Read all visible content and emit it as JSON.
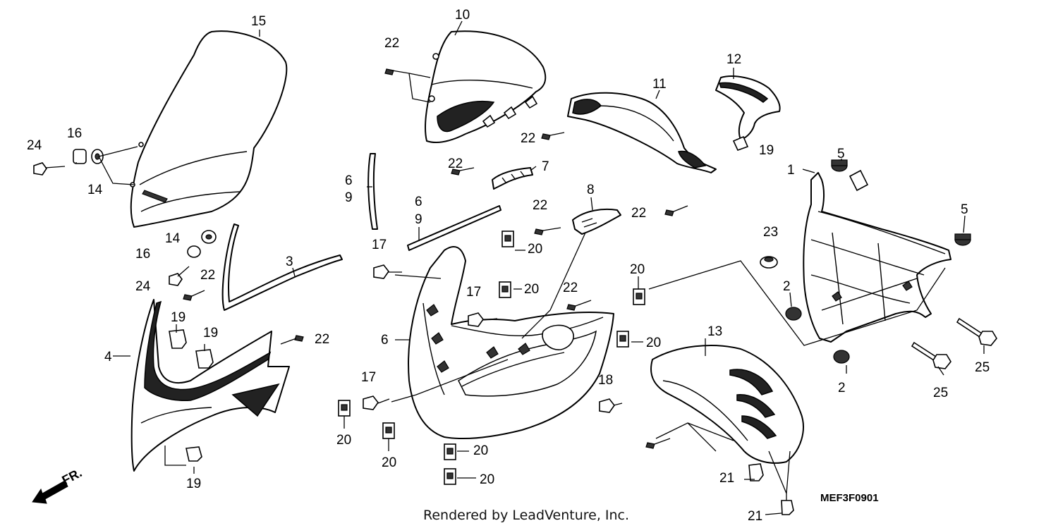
{
  "diagram": {
    "footer": "Rendered by LeadVenture, Inc.",
    "code": "MEF3F0901",
    "front_marker": "FR.",
    "callouts": {
      "c1": "1",
      "c2a": "2",
      "c2b": "2",
      "c3": "3",
      "c4": "4",
      "c5a": "5",
      "c5b": "5",
      "c6a": "6",
      "c9a": "9",
      "c6b": "6",
      "c9b": "9",
      "c6c": "6",
      "c7": "7",
      "c8": "8",
      "c10": "10",
      "c11": "11",
      "c12": "12",
      "c13": "13",
      "c14a": "14",
      "c14b": "14",
      "c15": "15",
      "c16a": "16",
      "c16b": "16",
      "c17a": "17",
      "c17b": "17",
      "c17c": "17",
      "c18": "18",
      "c19a": "19",
      "c19b": "19",
      "c19c": "19",
      "c19d": "19",
      "c20a": "20",
      "c20b": "20",
      "c20c": "20",
      "c20d": "20",
      "c20e": "20",
      "c20f": "20",
      "c20g": "20",
      "c20h": "20",
      "c21a": "21",
      "c21b": "21",
      "c22a": "22",
      "c22b": "22",
      "c22c": "22",
      "c22d": "22",
      "c22e": "22",
      "c22f": "22",
      "c22g": "22",
      "c22h": "22",
      "c23": "23",
      "c24a": "24",
      "c24b": "24",
      "c25a": "25",
      "c25b": "25"
    }
  }
}
